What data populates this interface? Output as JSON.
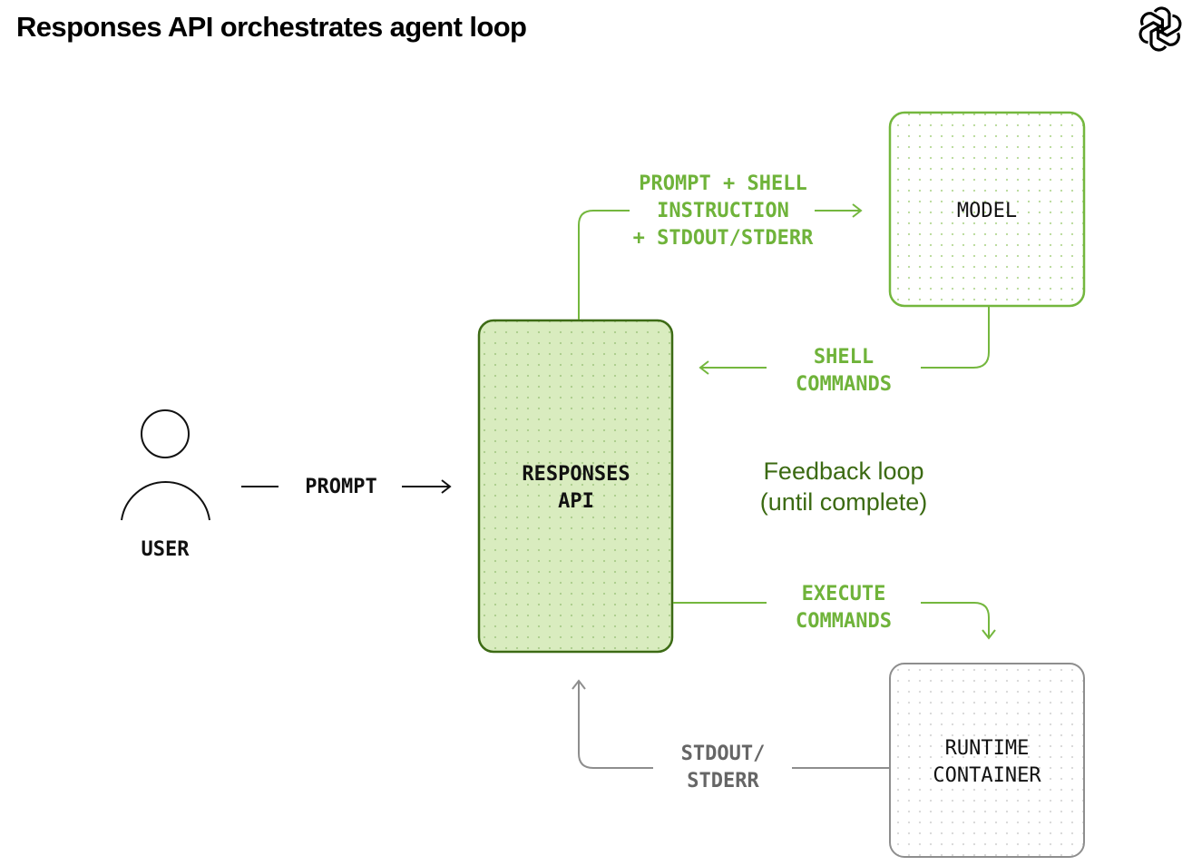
{
  "header": {
    "title": "Responses API orchestrates agent loop",
    "logo_icon": "openai-logo-icon"
  },
  "colors": {
    "green_line": "#74b73e",
    "green_text": "#6fb33a",
    "green_dark_border": "#3d6b15",
    "api_fill": "#d9ecbf",
    "gray_line": "#8e8e8e",
    "gray_text": "#666666",
    "feedback_text": "#3b6a12",
    "black": "#111111"
  },
  "nodes": {
    "user": {
      "label": "USER",
      "icon": "person-icon"
    },
    "responses_api": {
      "lines": [
        "RESPONSES",
        "API"
      ]
    },
    "model": {
      "lines": [
        "MODEL"
      ]
    },
    "runtime": {
      "lines": [
        "RUNTIME",
        "CONTAINER"
      ]
    }
  },
  "edges": {
    "prompt": {
      "label": "PROMPT"
    },
    "to_model": {
      "lines": [
        "PROMPT + SHELL",
        "INSTRUCTION",
        "+ STDOUT/STDERR"
      ]
    },
    "shell_commands": {
      "lines": [
        "SHELL",
        "COMMANDS"
      ]
    },
    "execute_commands": {
      "lines": [
        "EXECUTE",
        "COMMANDS"
      ]
    },
    "stdout_stderr": {
      "lines": [
        "STDOUT/",
        "STDERR"
      ]
    }
  },
  "annotation": {
    "lines": [
      "Feedback loop",
      "(until complete)"
    ]
  }
}
